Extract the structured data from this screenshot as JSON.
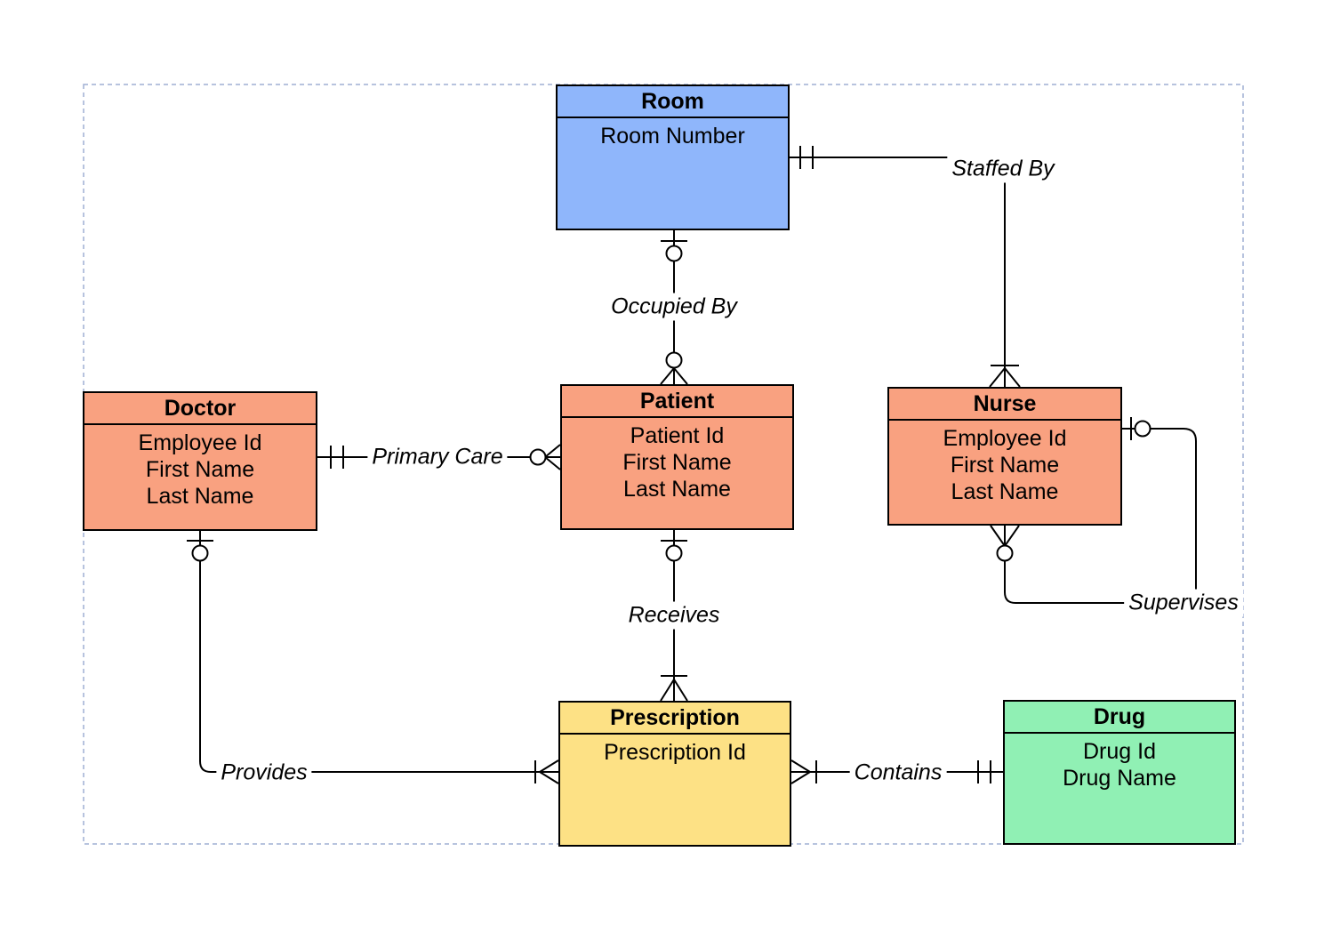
{
  "entities": {
    "room": {
      "title": "Room",
      "attributes": [
        "Room Number"
      ],
      "color": "#8fb6fb"
    },
    "doctor": {
      "title": "Doctor",
      "attributes": [
        "Employee Id",
        "First Name",
        "Last Name"
      ],
      "color": "#f9a180"
    },
    "patient": {
      "title": "Patient",
      "attributes": [
        "Patient Id",
        "First Name",
        "Last Name"
      ],
      "color": "#f9a180"
    },
    "nurse": {
      "title": "Nurse",
      "attributes": [
        "Employee Id",
        "First Name",
        "Last Name"
      ],
      "color": "#f9a180"
    },
    "prescription": {
      "title": "Prescription",
      "attributes": [
        "Prescription Id"
      ],
      "color": "#fde185"
    },
    "drug": {
      "title": "Drug",
      "attributes": [
        "Drug Id",
        "Drug Name"
      ],
      "color": "#90f0b4"
    }
  },
  "relationships": {
    "staffed_by": {
      "label": "Staffed By",
      "from": "Room",
      "to": "Nurse",
      "from_cardinality": "one-and-only-one",
      "to_cardinality": "one-or-many"
    },
    "occupied_by": {
      "label": "Occupied By",
      "from": "Room",
      "to": "Patient",
      "from_cardinality": "zero-or-one",
      "to_cardinality": "zero-or-many"
    },
    "primary_care": {
      "label": "Primary Care",
      "from": "Doctor",
      "to": "Patient",
      "from_cardinality": "one-and-only-one",
      "to_cardinality": "zero-or-many"
    },
    "receives": {
      "label": "Receives",
      "from": "Patient",
      "to": "Prescription",
      "from_cardinality": "zero-or-one",
      "to_cardinality": "one-or-many"
    },
    "provides": {
      "label": "Provides",
      "from": "Doctor",
      "to": "Prescription",
      "from_cardinality": "zero-or-one",
      "to_cardinality": "one-or-many"
    },
    "contains": {
      "label": "Contains",
      "from": "Prescription",
      "to": "Drug",
      "from_cardinality": "one-or-many",
      "to_cardinality": "one-and-only-one"
    },
    "supervises": {
      "label": "Supervises",
      "from": "Nurse",
      "to": "Nurse",
      "from_cardinality": "zero-or-one",
      "to_cardinality": "zero-or-many"
    }
  },
  "frame": {
    "dash_color": "#9fafd4"
  },
  "line_color": "#000000"
}
